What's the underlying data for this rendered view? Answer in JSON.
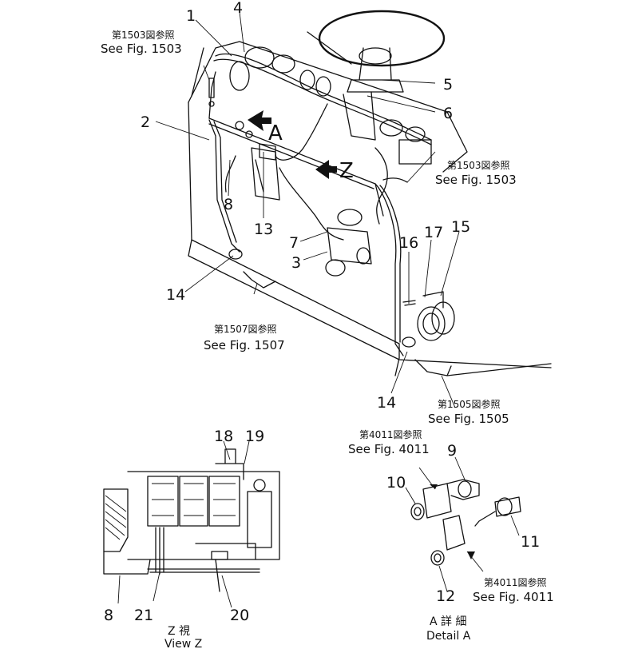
{
  "callouts": {
    "c1": "1",
    "c2": "2",
    "c3": "3",
    "c4": "4",
    "c5": "5",
    "c6": "6",
    "c7": "7",
    "c8": "8",
    "c8b": "8",
    "c9": "9",
    "c10": "10",
    "c11": "11",
    "c12": "12",
    "c13": "13",
    "c14a": "14",
    "c14b": "14",
    "c15": "15",
    "c16": "16",
    "c17": "17",
    "c18": "18",
    "c19": "19",
    "c20": "20",
    "c21": "21"
  },
  "views": {
    "arrow_a": "A",
    "arrow_z": "Z"
  },
  "references": {
    "fig1503_top": {
      "jp": "第1503図参照",
      "en": "See Fig. 1503"
    },
    "fig1503_right": {
      "jp": "第1503図参照",
      "en": "See Fig. 1503"
    },
    "fig1507": {
      "jp": "第1507図参照",
      "en": "See Fig. 1507"
    },
    "fig1505": {
      "jp": "第1505図参照",
      "en": "See Fig. 1505"
    },
    "fig4011_top": {
      "jp": "第4011図参照",
      "en": "See Fig. 4011"
    },
    "fig4011_bottom": {
      "jp": "第4011図参照",
      "en": "See Fig. 4011"
    }
  },
  "captions": {
    "view_z_jp": "Z 視",
    "view_z_en": "View Z",
    "detail_a_jp": "A 詳 細",
    "detail_a_en": "Detail A"
  }
}
